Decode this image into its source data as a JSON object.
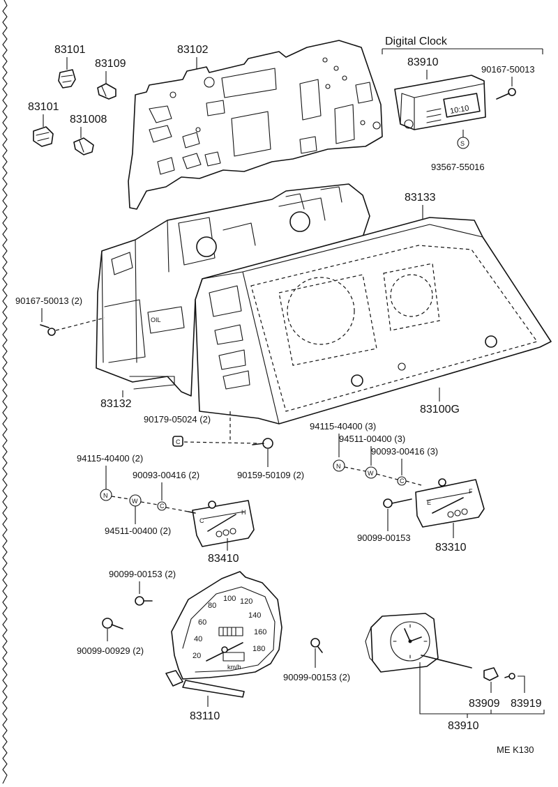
{
  "diagram": {
    "clock_section_title": "Digital Clock",
    "corner_code": "ME K130",
    "parts": {
      "p83101_top": "83101",
      "p83109": "83109",
      "p83102": "83102",
      "p83101_bot": "83101",
      "p831008": "831008",
      "p83910_top": "83910",
      "p90167_50013": "90167-50013",
      "p93567_55016": "93567-55016",
      "p83133": "83133",
      "p90167_50013_2": "90167-50013 (2)",
      "p83132": "83132",
      "p83100G": "83100G",
      "p90179_05024": "90179-05024 (2)",
      "p94115_40400_3": "94115-40400 (3)",
      "p94511_00400_3": "94511-00400 (3)",
      "p90093_00416_3": "90093-00416 (3)",
      "p94115_40400_2": "94115-40400 (2)",
      "p90093_00416_2": "90093-00416 (2)",
      "p90159_50109": "90159-50109 (2)",
      "p94511_00400_2": "94511-00400 (2)",
      "p90099_00153_single": "90099-00153",
      "p83410": "83410",
      "p83310": "83310",
      "p90099_00153_2a": "90099-00153 (2)",
      "p90099_00929": "90099-00929 (2)",
      "p90099_00153_2b": "90099-00153 (2)",
      "p83110": "83110",
      "p83909": "83909",
      "p83919": "83919",
      "p83910_bot": "83910"
    },
    "hardware_symbols": {
      "s_mark": "S",
      "n_mark_right": "N",
      "w_mark_right": "W",
      "c_mark_right": "C",
      "n_mark_left": "N",
      "w_mark_left": "W",
      "c_mark_left": "C",
      "c_mark_mid": "C"
    },
    "clock_display": "10:10",
    "speedometer": {
      "scale": [
        "20",
        "40",
        "60",
        "80",
        "100",
        "120",
        "140",
        "160",
        "180"
      ],
      "unit": "km/h"
    },
    "gauges": {
      "temp_low": "C",
      "temp_high": "H",
      "fuel_empty": "E",
      "fuel_full": "F"
    }
  }
}
